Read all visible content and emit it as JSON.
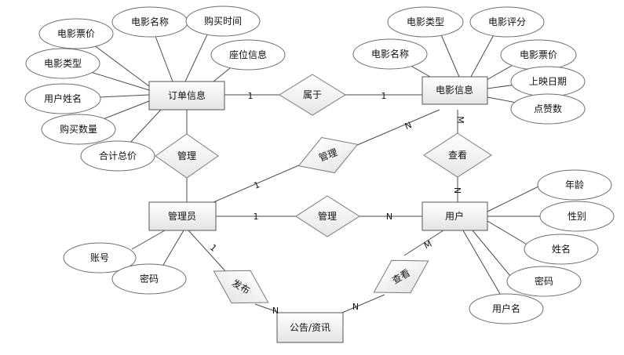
{
  "entities": {
    "order": "订单信息",
    "movie": "电影信息",
    "admin": "管理员",
    "user": "用户",
    "notice": "公告/资讯"
  },
  "relationships": {
    "belongs": "属于",
    "manage_order": "管理",
    "manage_movie": "管理",
    "manage_user": "管理",
    "view_movie": "查看",
    "publish": "发布",
    "view_notice": "查看"
  },
  "attributes": {
    "order": [
      "电影票价",
      "电影名称",
      "购买时间",
      "座位信息",
      "电影类型",
      "用户姓名",
      "购买数量",
      "合计总价"
    ],
    "movie": [
      "电影类型",
      "电影评分",
      "电影名称",
      "电影票价",
      "上映日期",
      "点赞数"
    ],
    "admin": [
      "账号",
      "密码"
    ],
    "user": [
      "年龄",
      "性别",
      "姓名",
      "密码",
      "用户名"
    ]
  },
  "cardinalities": {
    "order_belongs": "1",
    "movie_belongs": "1",
    "admin_manage_movie": "1",
    "movie_manage_admin": "N",
    "movie_view": "M",
    "user_view": "N",
    "admin_manage_user": "1",
    "user_manage_admin": "N",
    "admin_publish": "1",
    "notice_publish": "N",
    "notice_view": "N",
    "user_view_notice": "M"
  }
}
